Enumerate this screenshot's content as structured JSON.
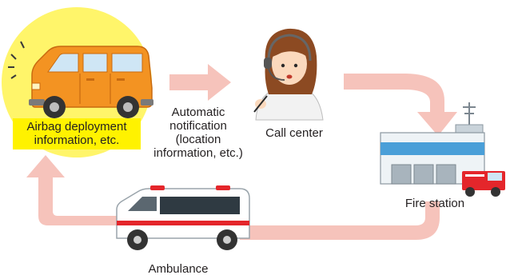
{
  "diagram": {
    "nodes": {
      "car_label_line1": "Airbag deployment",
      "car_label_line2": "information, etc.",
      "call_center_label": "Call center",
      "fire_station_label": "Fire station",
      "ambulance_label": "Ambulance"
    },
    "edges": {
      "car_to_call_center_line1": "Automatic",
      "car_to_call_center_line2": "notification",
      "car_to_call_center_line3": "(location",
      "car_to_call_center_line4": "information, etc.)"
    },
    "flow": [
      "car",
      "call_center",
      "fire_station",
      "ambulance",
      "car"
    ],
    "colors": {
      "arrow": "#f6c3bb",
      "highlight_circle": "#fff56a",
      "label_highlight": "#fff200",
      "car_body": "#f39322",
      "fire_truck": "#e4262b"
    }
  }
}
